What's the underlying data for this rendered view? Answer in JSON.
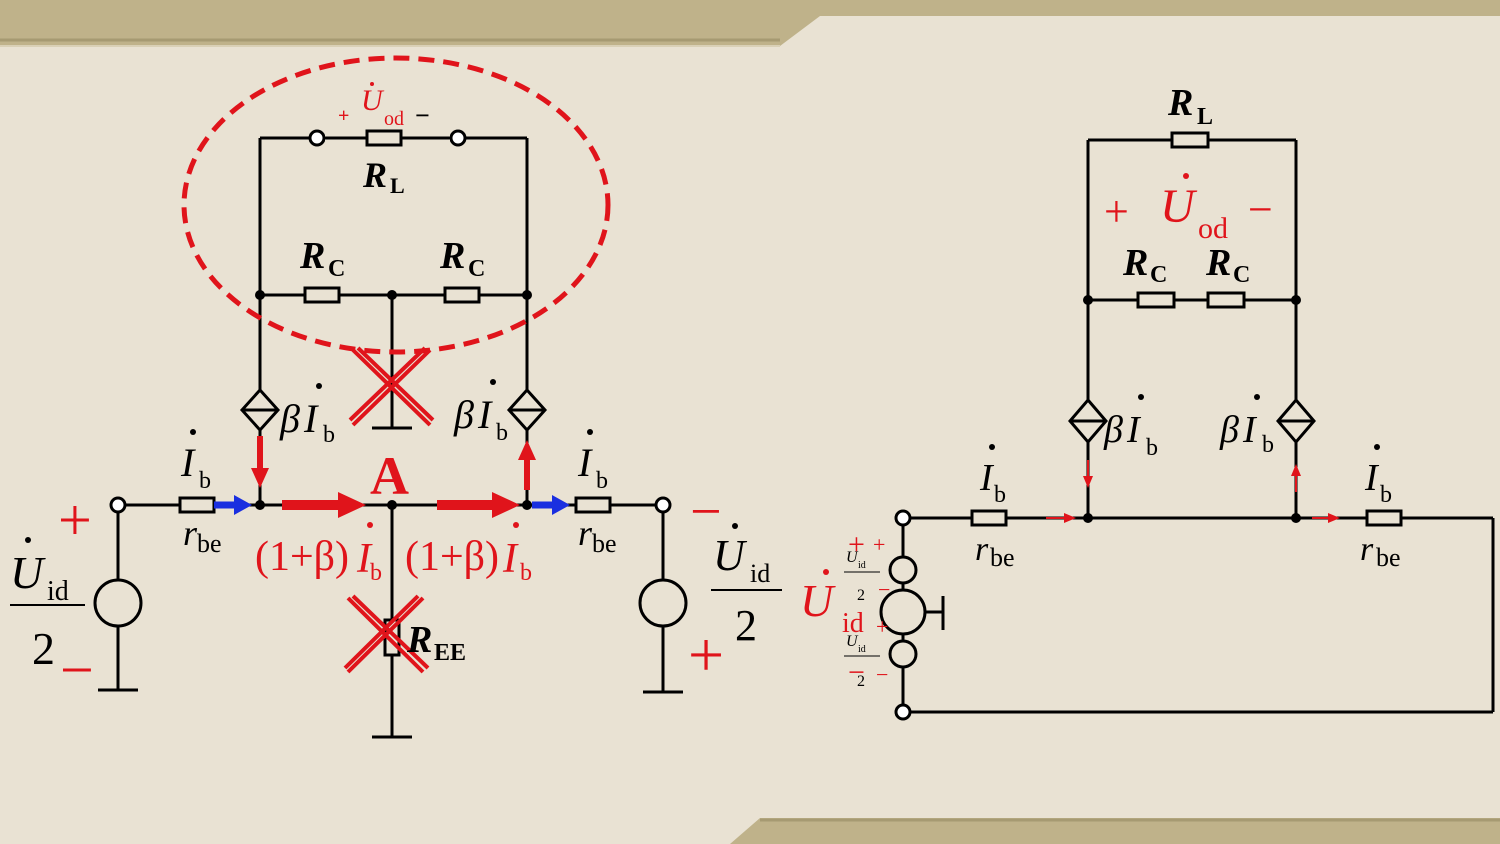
{
  "labels": {
    "rl": "R",
    "rl_sub": "L",
    "rc": "R",
    "rc_sub": "C",
    "ree": "R",
    "ree_sub": "EE",
    "uod": "U",
    "uod_sub": "od",
    "uid": "U",
    "uid_sub": "id",
    "ib": "I",
    "ib_sub": "b",
    "rbe": "r",
    "rbe_sub": "be",
    "beta": "β",
    "onebeta": "(1+β)",
    "two": "2",
    "plus": "+",
    "minus": "−",
    "node_a": "A"
  },
  "colors": {
    "wire": "#000000",
    "accent": "#e0141b",
    "blue": "#1a2fe0",
    "band": "#b9ac82"
  }
}
